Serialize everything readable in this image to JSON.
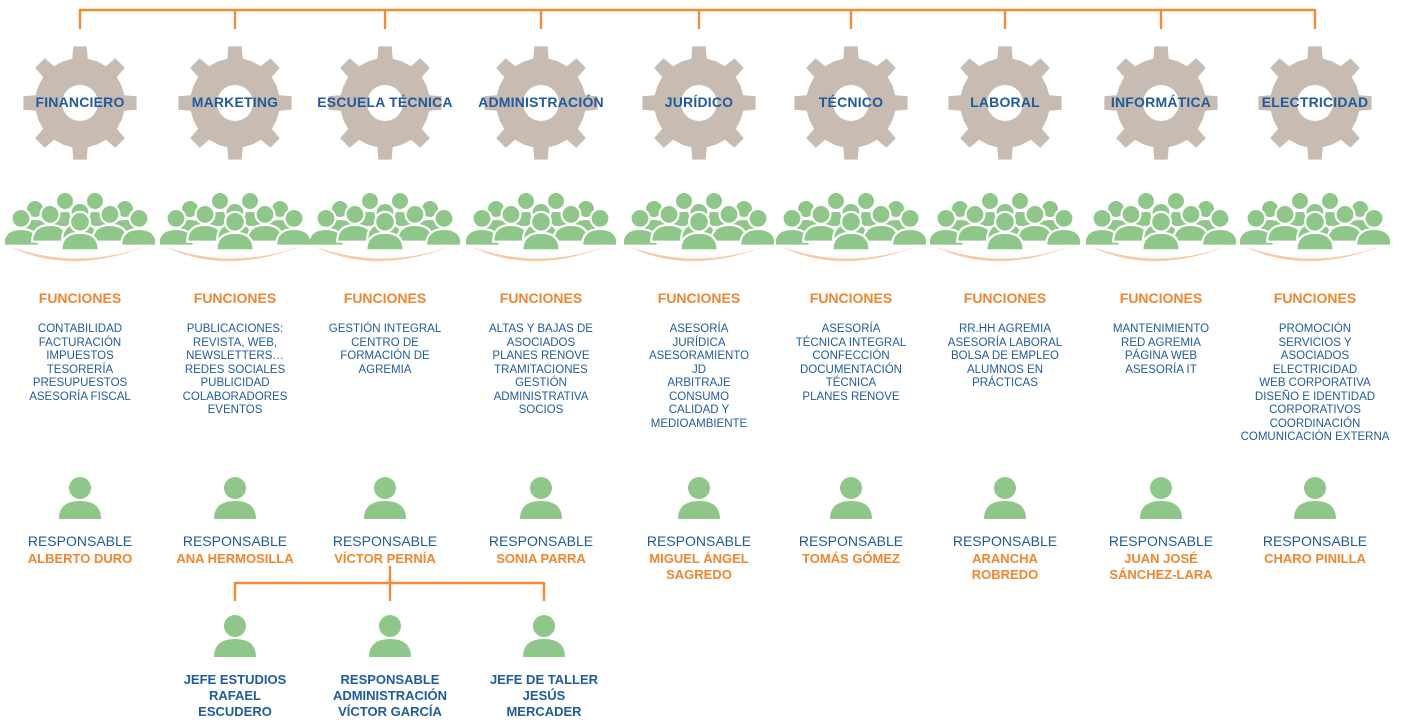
{
  "colors": {
    "line": "#ef8a35",
    "gear": "#c7bbb2",
    "people": "#8fc78a",
    "people_outline": "#ffffff",
    "swoosh": "#f7c9a5",
    "blue_text": "#1f5b9c",
    "orange_text": "#f0852f"
  },
  "icons": {
    "gear": "gear-icon",
    "group": "people-group-icon",
    "person": "person-icon"
  },
  "departments": [
    {
      "name": "FINANCIERO",
      "functions_title": "FUNCIONES",
      "functions": [
        "CONTABILIDAD",
        "FACTURACIÓN",
        "IMPUESTOS",
        "TESORERÍA",
        "PRESUPUESTOS",
        "ASESORÍA FISCAL"
      ],
      "responsible_label": "RESPONSABLE",
      "responsible_name": "ALBERTO DURO"
    },
    {
      "name": "MARKETING",
      "functions_title": "FUNCIONES",
      "functions": [
        "PUBLICACIONES:",
        "REVISTA, WEB,",
        "NEWSLETTERS…",
        "REDES SOCIALES",
        "PUBLICIDAD",
        "COLABORADORES",
        "EVENTOS"
      ],
      "responsible_label": "RESPONSABLE",
      "responsible_name": "ANA HERMOSILLA"
    },
    {
      "name": "ESCUELA TÉCNICA",
      "functions_title": "FUNCIONES",
      "functions": [
        "GESTIÓN INTEGRAL",
        "CENTRO DE",
        "FORMACIÓN DE",
        "AGREMIA"
      ],
      "responsible_label": "RESPONSABLE",
      "responsible_name": "VÍCTOR PERNÍA"
    },
    {
      "name": "ADMINISTRACIÓN",
      "functions_title": "FUNCIONES",
      "functions": [
        "ALTAS Y BAJAS DE",
        "ASOCIADOS",
        "PLANES RENOVE",
        "TRAMITACIONES",
        "GESTIÓN",
        "ADMINISTRATIVA",
        "SOCIOS"
      ],
      "responsible_label": "RESPONSABLE",
      "responsible_name": "SONIA PARRA"
    },
    {
      "name": "JURÍDICO",
      "functions_title": "FUNCIONES",
      "functions": [
        "ASESORÍA",
        "JURÍDICA",
        "ASESORAMIENTO",
        "JD",
        "ARBITRAJE",
        "CONSUMO",
        "CALIDAD Y",
        "MEDIOAMBIENTE"
      ],
      "responsible_label": "RESPONSABLE",
      "responsible_name": "MIGUEL ÁNGEL SAGREDO"
    },
    {
      "name": "TÉCNICO",
      "functions_title": "FUNCIONES",
      "functions": [
        "ASESORÍA",
        "TÉCNICA INTEGRAL",
        "CONFECCIÓN",
        "DOCUMENTACIÓN",
        "TÉCNICA",
        "PLANES RENOVE"
      ],
      "responsible_label": "RESPONSABLE",
      "responsible_name": "TOMÁS GÓMEZ"
    },
    {
      "name": "LABORAL",
      "functions_title": "FUNCIONES",
      "functions": [
        "RR.HH AGREMIA",
        "ASESORÍA LABORAL",
        "BOLSA DE EMPLEO",
        "ALUMNOS EN",
        "PRÁCTICAS"
      ],
      "responsible_label": "RESPONSABLE",
      "responsible_name": "ARANCHA ROBREDO"
    },
    {
      "name": "INFORMÁTICA",
      "functions_title": "FUNCIONES",
      "functions": [
        "MANTENIMIENTO",
        "RED AGREMIA",
        "PÁGINA WEB",
        "ASESORÍA IT"
      ],
      "responsible_label": "RESPONSABLE",
      "responsible_name": "JUAN JOSÉ SÁNCHEZ-LARA"
    },
    {
      "name": "ELECTRICIDAD",
      "functions_title": "FUNCIONES",
      "functions": [
        "PROMOCIÓN",
        "SERVICIOS Y",
        "ASOCIADOS",
        "ELECTRICIDAD",
        "WEB CORPORATIVA",
        "DISEÑO E IDENTIDAD",
        "CORPORATIVOS",
        "COORDINACIÓN",
        "COMUNICACIÓN EXTERNA"
      ],
      "responsible_label": "RESPONSABLE",
      "responsible_name": "CHARO PINILLA"
    }
  ],
  "escuela_subordinates": [
    {
      "role": "JEFE ESTUDIOS",
      "name": "RAFAEL ESCUDERO"
    },
    {
      "role": "RESPONSABLE ADMINISTRACIÓN",
      "name": "VÍCTOR GARCÍA"
    },
    {
      "role": "JEFE DE TALLER",
      "name": "JESÚS MERCADER"
    }
  ]
}
